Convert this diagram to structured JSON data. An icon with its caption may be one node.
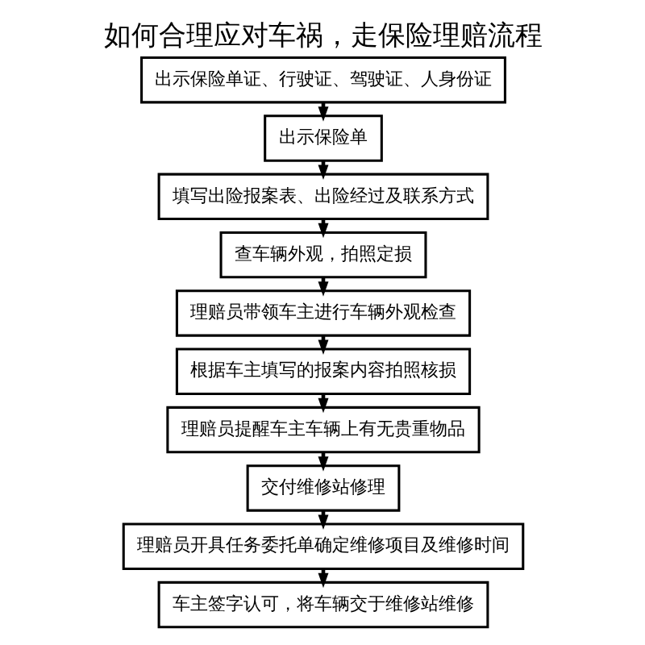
{
  "diagram": {
    "title": "如何合理应对车祸，走保险理赔流程",
    "nodes": [
      {
        "text": [
          "出示保险单证、行驶证、驾驶证、人身份证"
        ]
      },
      {
        "text": [
          "出示保险单"
        ]
      },
      {
        "text": [
          "填写出险报案表、出险经过及联系方式"
        ]
      },
      {
        "text": [
          "查车辆外观，拍照定损"
        ]
      },
      {
        "text": [
          "理赔员带领车主进行车辆外观检查"
        ]
      },
      {
        "text": [
          "根据车主填写的报案内容拍照核损"
        ]
      },
      {
        "text": [
          "理赔员提醒车主车辆上有无贵重物品"
        ]
      },
      {
        "text": [
          "交付维修站修理"
        ]
      },
      {
        "text": [
          "理赔员开具任务委托单确定维修项目及维修时间"
        ]
      },
      {
        "text": [
          "车主签字认可，将车辆交于维修站维修"
        ]
      }
    ],
    "edges": [
      {
        "from": 0,
        "to": 1,
        "arrow": "to"
      },
      {
        "from": 1,
        "to": 2,
        "arrow": "to"
      },
      {
        "from": 2,
        "to": 3,
        "arrow": "to"
      },
      {
        "from": 3,
        "to": 4,
        "arrow": "to"
      },
      {
        "from": 4,
        "to": 5,
        "arrow": "to"
      },
      {
        "from": 5,
        "to": 6,
        "arrow": "to"
      },
      {
        "from": 6,
        "to": 7,
        "arrow": "to"
      },
      {
        "from": 7,
        "to": 8,
        "arrow": "to"
      },
      {
        "from": 8,
        "to": 9,
        "arrow": "to"
      }
    ]
  }
}
